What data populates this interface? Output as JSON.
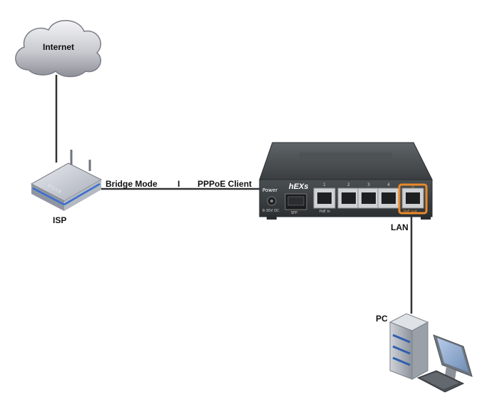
{
  "diagram": {
    "cloud_label": "Internet",
    "isp_label": "ISP",
    "isp_device_brand": "DOAB",
    "link_left_label": "Bridge Mode",
    "link_separator": "I",
    "link_right_label": "PPPoE Client",
    "lan_label": "LAN",
    "pc_label": "PC",
    "router": {
      "brand_logo": "hEXs",
      "power_label": "Power",
      "dc_label": "8-30V DC",
      "sfp_label": "SFP",
      "poe_in_label": "PoE in",
      "poe_out_label": "PoE out",
      "port_numbers": [
        "1",
        "2",
        "3",
        "4",
        "5"
      ]
    }
  }
}
